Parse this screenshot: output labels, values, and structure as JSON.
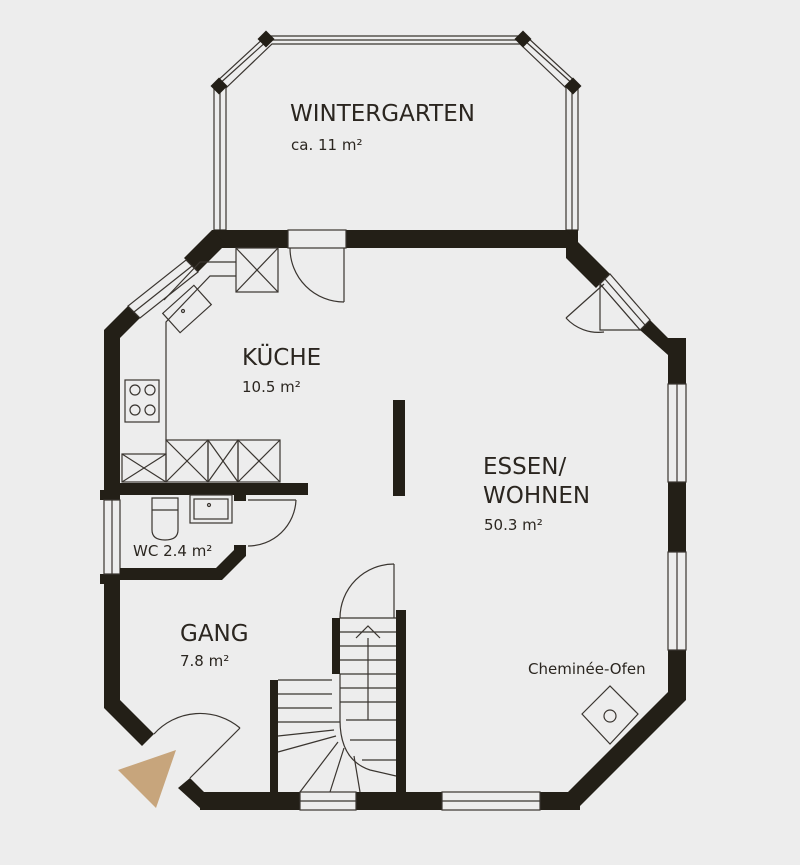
{
  "rooms": {
    "wintergarten": {
      "name": "WINTERGARTEN",
      "area": "ca. 11 m²"
    },
    "kueche": {
      "name": "KÜCHE",
      "area": "10.5 m²"
    },
    "essen": {
      "name_line1": "ESSEN/",
      "name_line2": "WOHNEN",
      "area": "50.3 m²"
    },
    "wc": {
      "label": "WC 2.4 m²"
    },
    "gang": {
      "name": "GANG",
      "area": "7.8 m²"
    }
  },
  "fixtures": {
    "fireplace_label": "Cheminée-Ofen"
  },
  "colors": {
    "wall": "#231f17",
    "background": "#ededed",
    "entrance_marker": "#c7a57c"
  },
  "icons": {
    "entrance": "entrance-arrow-icon"
  }
}
